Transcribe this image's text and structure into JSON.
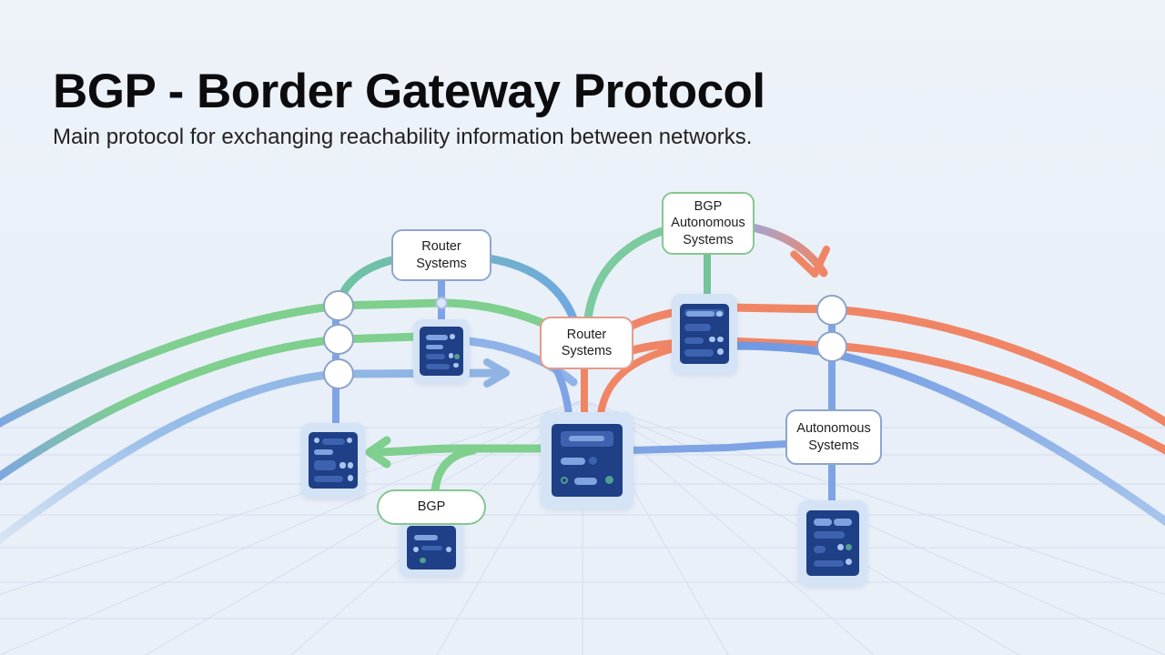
{
  "header": {
    "title": "BGP - Border Gateway Protocol",
    "subtitle": "Main protocol for exchanging reachability information between networks."
  },
  "diagram": {
    "labels": {
      "router_systems_left": "Router\nSystems",
      "router_systems_center": "Router\nSystems",
      "bgp_autonomous_systems": "BGP\nAutonomous\nSystems",
      "autonomous_systems_right": "Autonomous\nSystems",
      "bgp_bottom": "BGP"
    },
    "colors": {
      "green": "#7fcf8e",
      "blue": "#7ea4e6",
      "orange": "#f08565",
      "device_frame": "#d5e3f6",
      "device_screen": "#1f3f86"
    },
    "devices": [
      "router-device-top-left",
      "router-device-left",
      "router-device-bottom",
      "router-device-center",
      "router-device-top-right",
      "router-device-right"
    ],
    "connections": [
      {
        "from": "left-edge",
        "to": "junction-left-1",
        "color": "green"
      },
      {
        "from": "left-edge",
        "to": "junction-left-2",
        "color": "green"
      },
      {
        "from": "left-edge",
        "to": "junction-left-3",
        "color": "blue"
      },
      {
        "from": "router-device-center",
        "to": "router-device-left",
        "color": "green",
        "arrow": true
      },
      {
        "from": "bgp-autonomous-systems",
        "to": "junction-right-1",
        "color": "orange",
        "arrow": true
      },
      {
        "from": "router-device-top-left",
        "to": "router-systems-center",
        "color": "blue",
        "arrow": true
      },
      {
        "from": "junction-right-1",
        "to": "right-edge",
        "color": "orange"
      },
      {
        "from": "junction-right-2",
        "to": "right-edge",
        "color": "orange"
      },
      {
        "from": "junction-right-2",
        "to": "right-edge",
        "color": "blue"
      }
    ]
  }
}
